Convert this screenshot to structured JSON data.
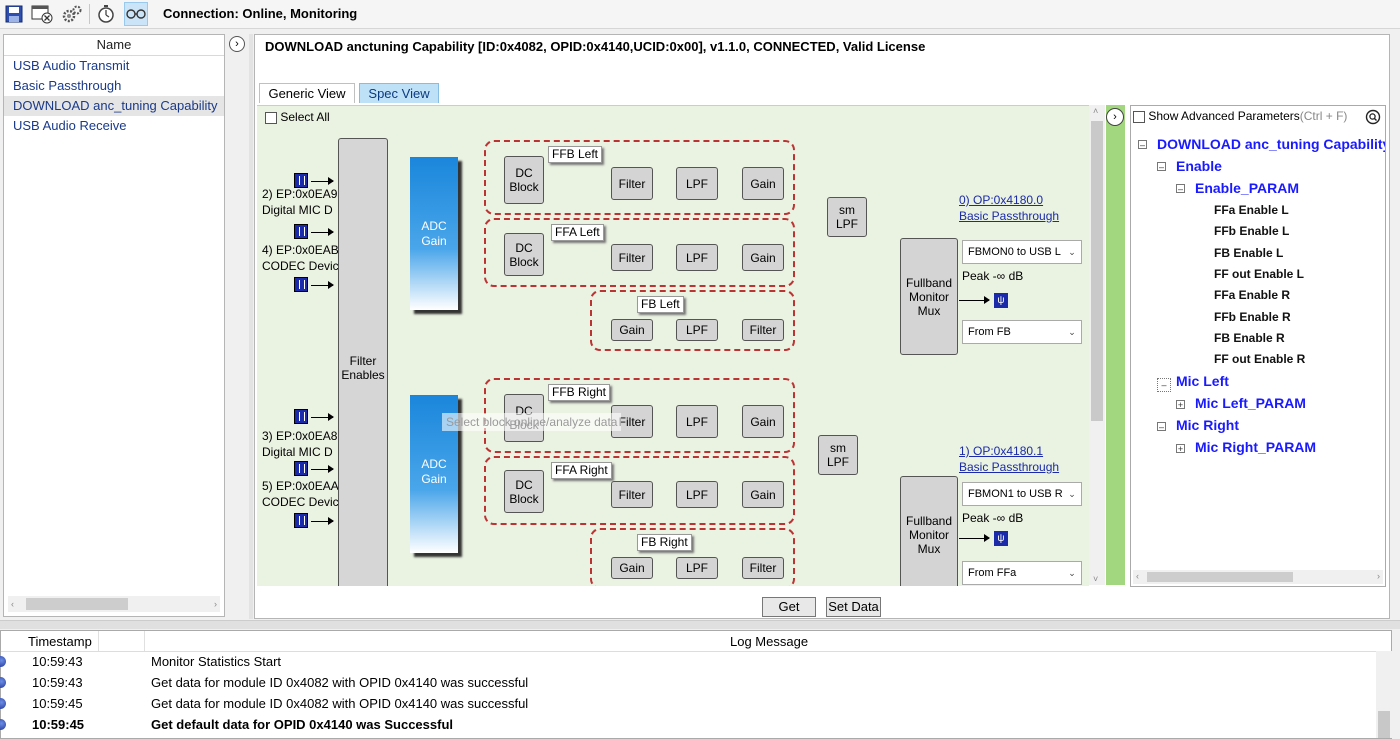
{
  "toolbar": {
    "status": "Connection: Online, Monitoring",
    "icons": [
      "save-icon",
      "disconnect-icon",
      "gears-icon",
      "timer-icon",
      "monitor-icon"
    ]
  },
  "sidebar": {
    "header": "Name",
    "items": [
      {
        "label": "USB Audio Transmit"
      },
      {
        "label": "Basic Passthrough"
      },
      {
        "label": "DOWNLOAD anc_tuning Capability"
      },
      {
        "label": "USB Audio Receive"
      }
    ]
  },
  "main": {
    "title": "DOWNLOAD anctuning Capability [ID:0x4082, OPID:0x4140,UCID:0x00], v1.1.0,  CONNECTED, Valid License",
    "tabs": [
      {
        "label": "Generic View"
      },
      {
        "label": "Spec View"
      }
    ],
    "select_all": "Select All",
    "ghost_text": "Select block online/analyze data",
    "endpoints": [
      {
        "line1": "2) EP:0x0EA9",
        "line2": "Digital MIC D"
      },
      {
        "line1": "4) EP:0x0EAB",
        "line2": "CODEC Devic"
      },
      {
        "line1": "3) EP:0x0EA8",
        "line2": "Digital MIC D"
      },
      {
        "line1": "5) EP:0x0EAA",
        "line2": "CODEC Devic"
      }
    ],
    "filter_enables": "Filter Enables",
    "adc_gain": "ADC Gain",
    "blocks": {
      "dc_block": "DC Block",
      "filter": "Filter",
      "lpf": "LPF",
      "gain": "Gain",
      "sm_lpf": "sm LPF",
      "mux": "Fullband Monitor Mux"
    },
    "groups": {
      "ffb_left": "FFB Left",
      "ffa_left": "FFA Left",
      "fb_left": "FB Left",
      "ffb_right": "FFB Right",
      "ffa_right": "FFA Right",
      "fb_right": "FB Right"
    },
    "ops": [
      {
        "link1": "0) OP:0x4180.0",
        "link2": "Basic Passthrough",
        "dd1": "FBMON0 to USB L",
        "peak": "Peak -∞ dB",
        "dd2": "From FB"
      },
      {
        "link1": "1) OP:0x4180.1",
        "link2": "Basic Passthrough",
        "dd1": "FBMON1 to USB R",
        "peak": "Peak -∞ dB",
        "dd2": "From FFa"
      }
    ],
    "get_data": "Get Data",
    "set_data": "Set Data"
  },
  "params": {
    "show_advanced": "Show Advanced Parameters",
    "shortcut": "(Ctrl + F)",
    "tree": {
      "root": "DOWNLOAD anc_tuning Capability",
      "enable": "Enable",
      "enable_param": "Enable_PARAM",
      "leaves": [
        "FFa Enable L",
        "FFb Enable L",
        "FB Enable L",
        "FF out Enable L",
        "FFa Enable R",
        "FFb Enable R",
        "FB Enable R",
        "FF out Enable R"
      ],
      "mic_left": "Mic Left",
      "mic_left_param": "Mic Left_PARAM",
      "mic_right": "Mic Right",
      "mic_right_param": "Mic Right_PARAM"
    }
  },
  "log": {
    "col_timestamp": "Timestamp",
    "col_message": "Log Message",
    "rows": [
      {
        "time": "10:59:43",
        "message": "Monitor Statistics Start"
      },
      {
        "time": "10:59:43",
        "message": "Get data for module ID 0x4082 with OPID 0x4140 was successful"
      },
      {
        "time": "10:59:45",
        "message": "Get data for module ID 0x4082 with OPID 0x4140 was successful"
      },
      {
        "time": "10:59:45",
        "message": "Get default data for OPID 0x4140 was Successful"
      }
    ]
  }
}
